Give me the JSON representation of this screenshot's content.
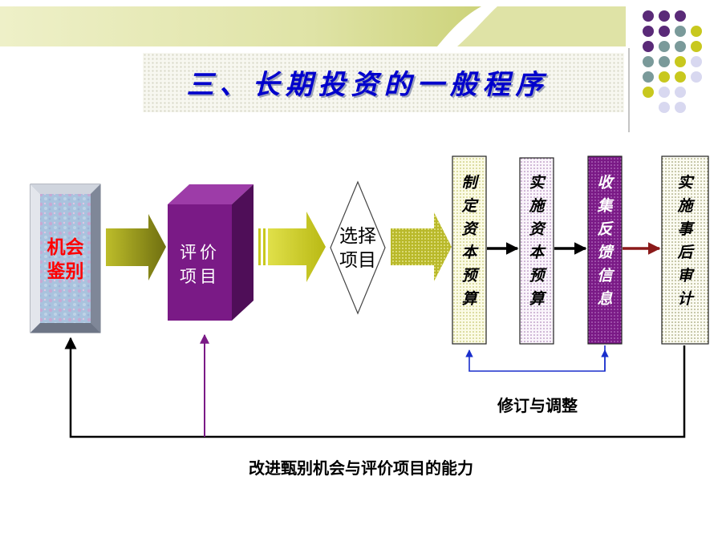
{
  "title": "三、长期投资的一般程序",
  "box1": {
    "label": "机会\n鉴别"
  },
  "box2": {
    "label": "评价\n项目"
  },
  "diamond": {
    "label": "选择\n项目"
  },
  "col1": {
    "chars": [
      "制",
      "定",
      "资",
      "本",
      "预",
      "算"
    ]
  },
  "col2": {
    "chars": [
      "实",
      "施",
      "资",
      "本",
      "预",
      "算"
    ]
  },
  "col3": {
    "chars": [
      "收",
      "集",
      "反",
      "馈",
      "信",
      "息"
    ]
  },
  "col4": {
    "chars": [
      "实",
      "施",
      "事",
      "后",
      "审",
      "计"
    ]
  },
  "feedback_label": "修订与调整",
  "bottom_label": "改进甄别机会与评价项目的能力",
  "colors": {
    "title": "#0000cc",
    "purple": "#7a1a86",
    "olive": "#7e7e18",
    "yellow_green": "#c8c81e",
    "dark_red": "#8b1a1a",
    "blue_line": "#1a2fcc"
  }
}
